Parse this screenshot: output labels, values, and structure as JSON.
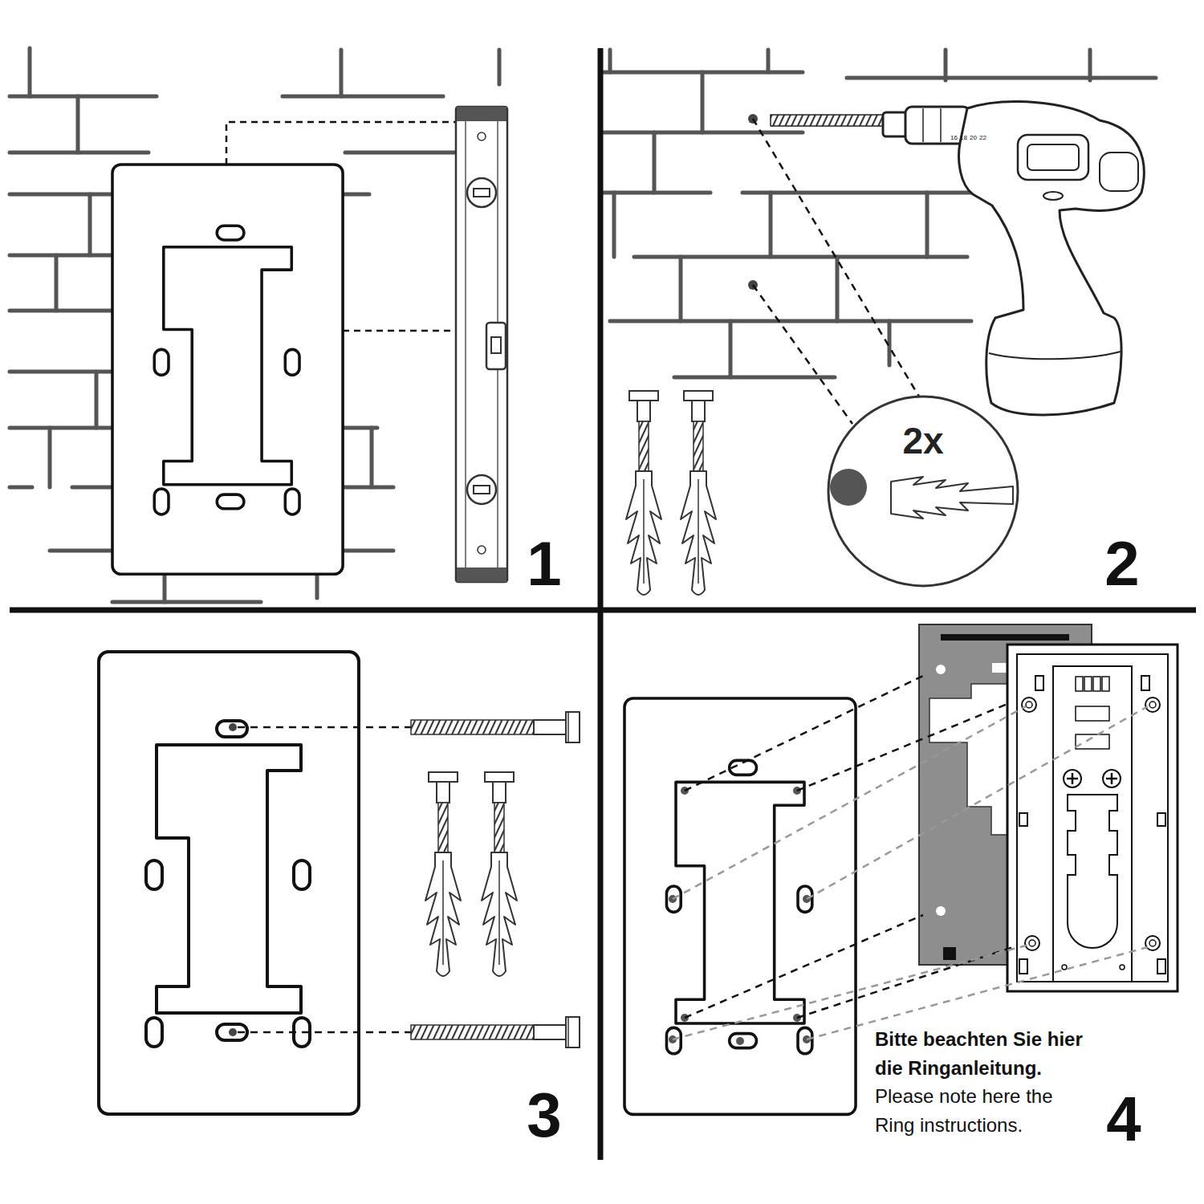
{
  "diagram": {
    "nodes": [
      {
        "text": [
          "2x"
        ]
      }
    ],
    "labels": [
      "1",
      "2",
      "3",
      "4",
      "Bitte beachten Sie hier die Ringanleitung.",
      "Please note here the Ring instructions.",
      "16",
      "18",
      "20",
      "22"
    ]
  }
}
